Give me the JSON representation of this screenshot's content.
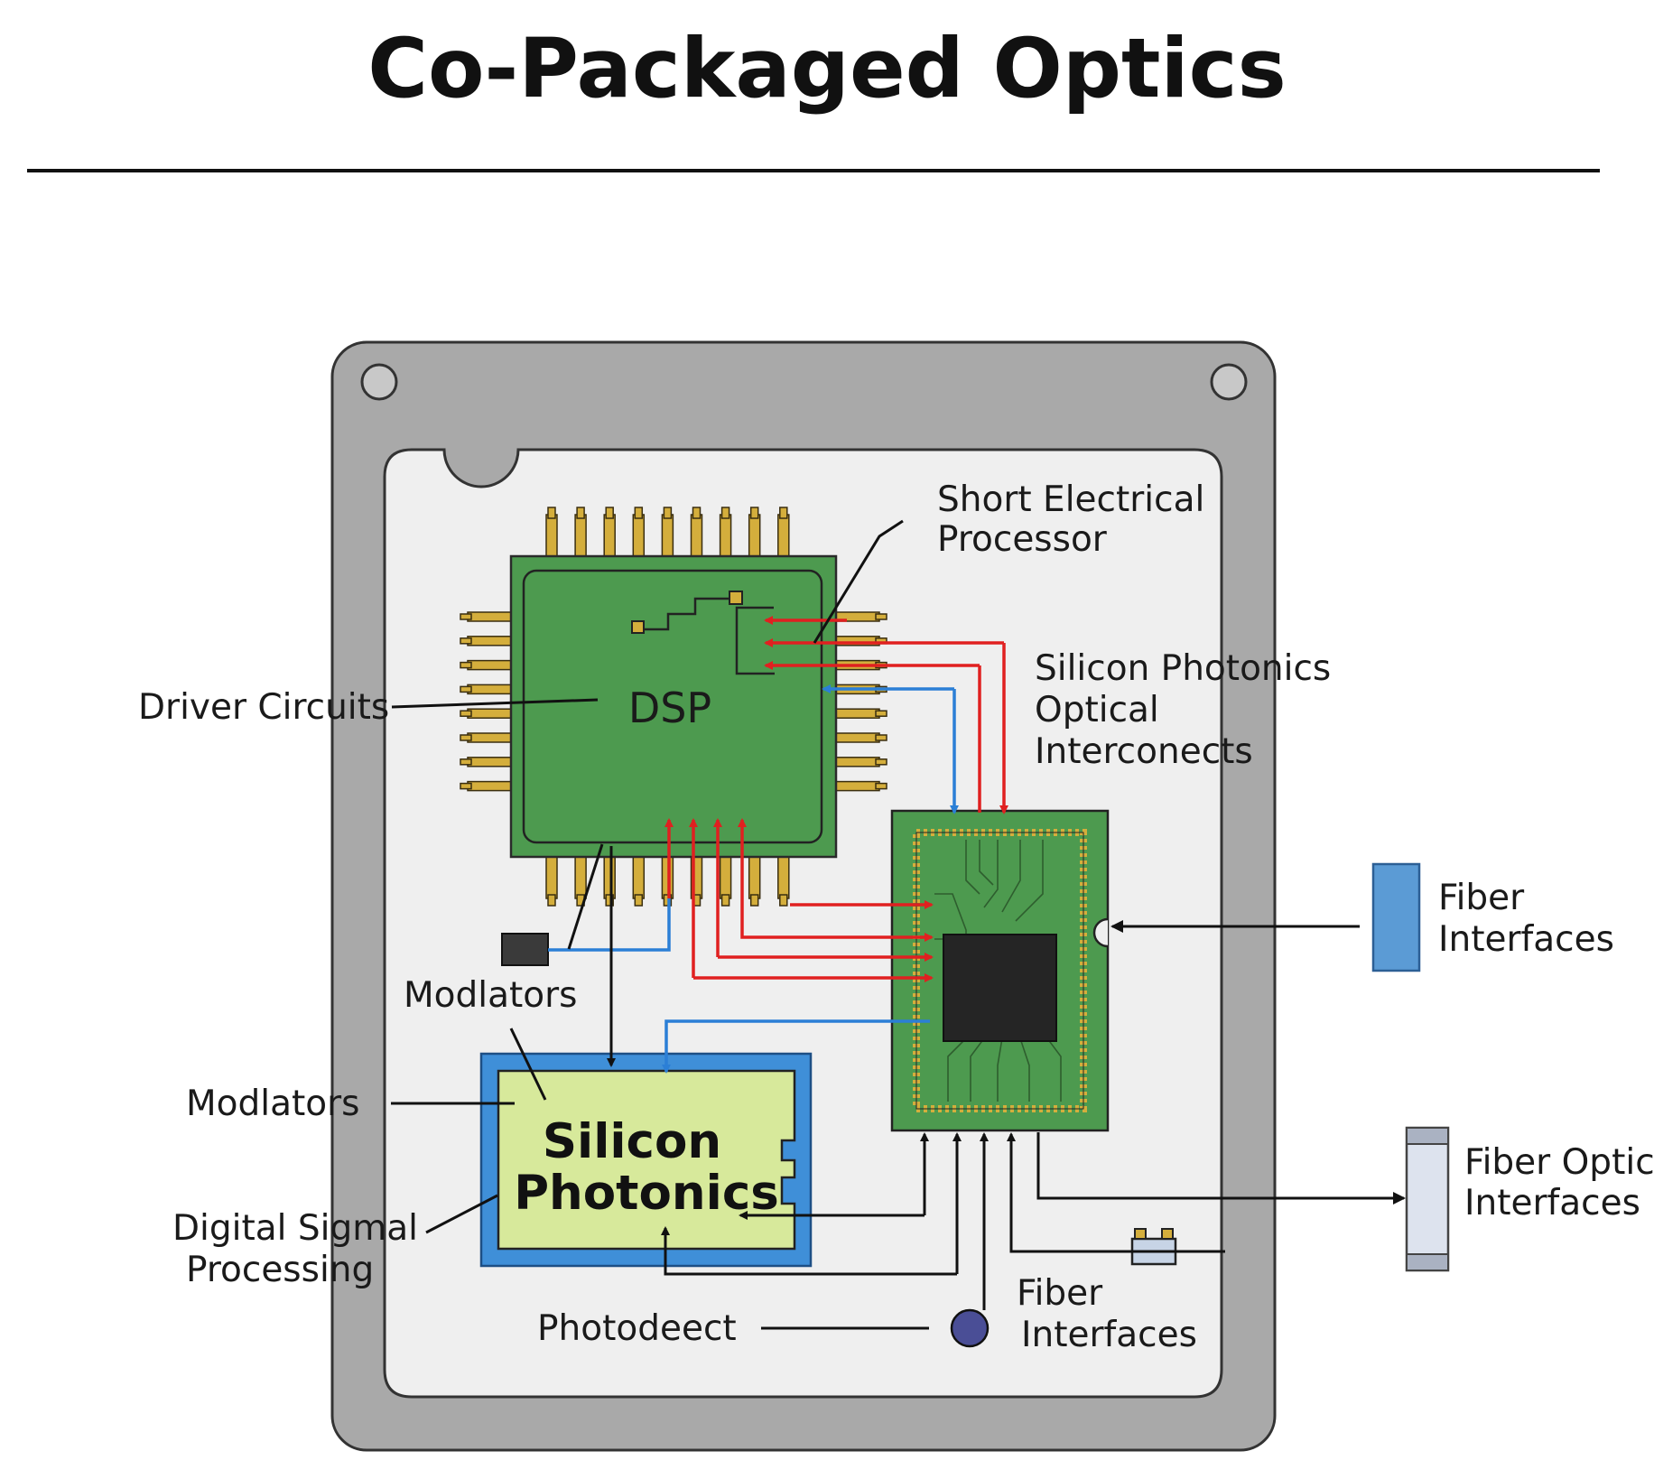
{
  "title": "Co-Packaged Optics",
  "colors": {
    "package_frame": "#a9a9a9",
    "substrate": "#efefef",
    "chip_green": "#4d9a4f",
    "pins": "#d4ae3c",
    "photonics_fill": "#d7e99b",
    "photonics_border": "#3f8fd8",
    "electrical_arrow": "#e02020",
    "optical_arrow": "#2b7fd6",
    "fiber_block": "#5b9bd5"
  },
  "blocks": {
    "dsp": "DSP",
    "silicon_photonics": [
      "Silicon",
      "Photonics"
    ]
  },
  "labels": {
    "short_electrical_processor": [
      "Short Electrical",
      "Processor"
    ],
    "silicon_photonics_interconnects": [
      "Silicon Photonics",
      "Optical",
      "Interconects"
    ],
    "driver_circuits": "Driver Circuits",
    "modlators_upper": "Modlators",
    "modlators_left": "Modlators",
    "digital_signal_processing": [
      "Digital Sigmal",
      "Processing"
    ],
    "photodetector": "Photodeect",
    "fiber_interfaces_bottom": [
      "Fiber",
      "Interfaces"
    ],
    "fiber_interfaces_right": [
      "Fiber",
      "Interfaces"
    ],
    "fiber_optic_interfaces": [
      "Fiber Optic",
      "Interfaces"
    ]
  }
}
